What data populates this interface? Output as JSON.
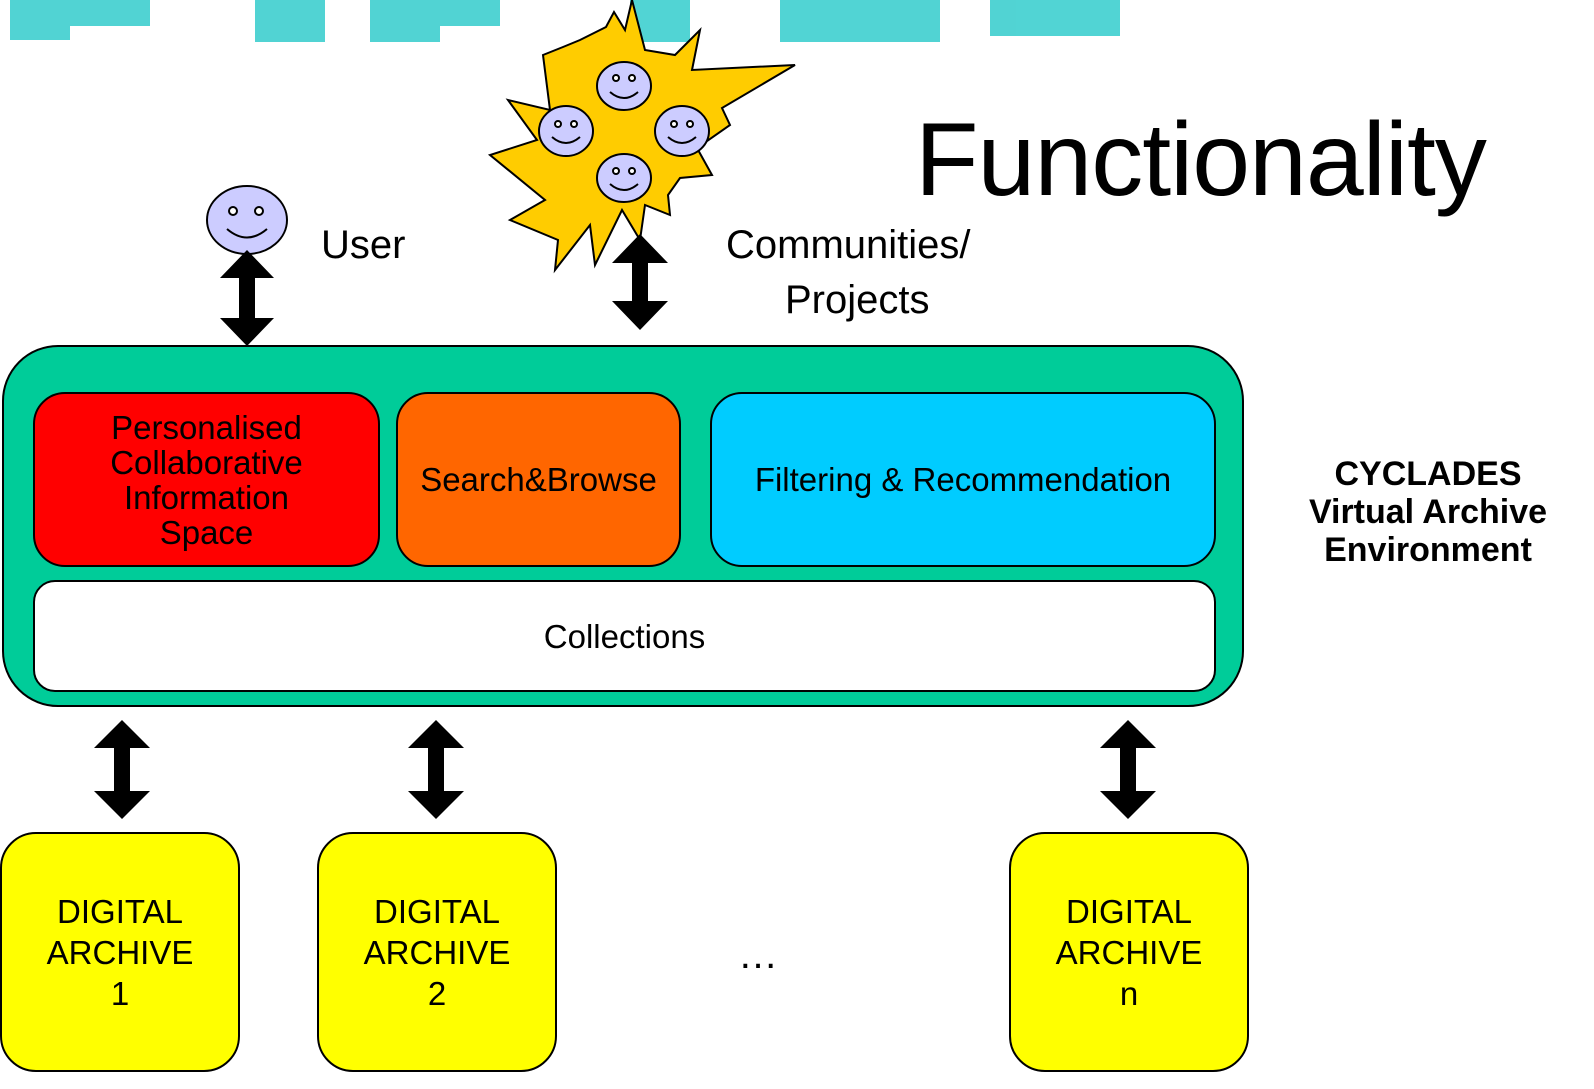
{
  "title": "Functionality",
  "actors": {
    "user": "User",
    "communities_line1": "Communities/",
    "communities_line2": "Projects"
  },
  "environment_label": [
    "CYCLADES",
    "Virtual Archive",
    "Environment"
  ],
  "modules": {
    "pcis": [
      "Personalised",
      "Collaborative",
      "Information",
      "Space"
    ],
    "search": "Search&Browse",
    "filter": "Filtering & Recommendation",
    "collections": "Collections"
  },
  "archives": [
    {
      "line1": "DIGITAL",
      "line2": "ARCHIVE",
      "line3": "1"
    },
    {
      "line1": "DIGITAL",
      "line2": "ARCHIVE",
      "line3": "2"
    },
    {
      "line1": "DIGITAL",
      "line2": "ARCHIVE",
      "line3": "n"
    }
  ],
  "ellipsis": "…",
  "colors": {
    "environment": "#00cc99",
    "pcis": "#ff0000",
    "search": "#ff6600",
    "filter": "#00ccff",
    "archive": "#ffff00",
    "star": "#ffcc00",
    "face": "#ccccff",
    "watermark": "#33cccc"
  }
}
